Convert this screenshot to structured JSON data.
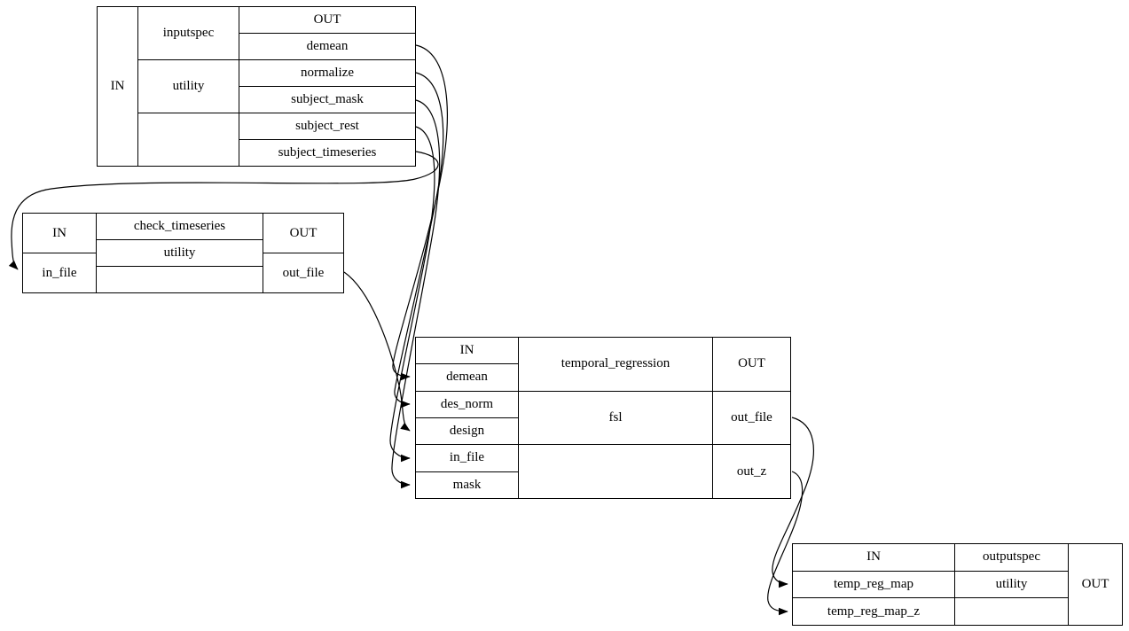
{
  "diagram": {
    "background_color": "#ffffff",
    "line_color": "#000000",
    "nodes": {
      "inputspec": {
        "in_label": "IN",
        "title": "inputspec",
        "package": "utility",
        "out_header": "OUT",
        "out_ports": [
          "demean",
          "normalize",
          "subject_mask",
          "subject_rest",
          "subject_timeseries"
        ]
      },
      "check_timeseries": {
        "in_header": "IN",
        "in_ports": [
          "in_file"
        ],
        "title": "check_timeseries",
        "package": "utility",
        "out_header": "OUT",
        "out_ports": [
          "out_file"
        ]
      },
      "temporal_regression": {
        "in_header": "IN",
        "in_ports": [
          "demean",
          "des_norm",
          "design",
          "in_file",
          "mask"
        ],
        "title": "temporal_regression",
        "package": "fsl",
        "out_header": "OUT",
        "out_ports": [
          "out_file",
          "out_z"
        ]
      },
      "outputspec": {
        "in_header": "IN",
        "in_ports": [
          "temp_reg_map",
          "temp_reg_map_z"
        ],
        "title": "outputspec",
        "package": "utility",
        "out_label": "OUT"
      }
    },
    "edges": [
      {
        "from": "inputspec.subject_timeseries",
        "to": "check_timeseries.in_file"
      },
      {
        "from": "inputspec.demean",
        "to": "temporal_regression.demean"
      },
      {
        "from": "inputspec.normalize",
        "to": "temporal_regression.des_norm"
      },
      {
        "from": "inputspec.subject_mask",
        "to": "temporal_regression.mask"
      },
      {
        "from": "inputspec.subject_rest",
        "to": "temporal_regression.in_file"
      },
      {
        "from": "check_timeseries.out_file",
        "to": "temporal_regression.design"
      },
      {
        "from": "temporal_regression.out_file",
        "to": "outputspec.temp_reg_map"
      },
      {
        "from": "temporal_regression.out_z",
        "to": "outputspec.temp_reg_map_z"
      }
    ]
  }
}
